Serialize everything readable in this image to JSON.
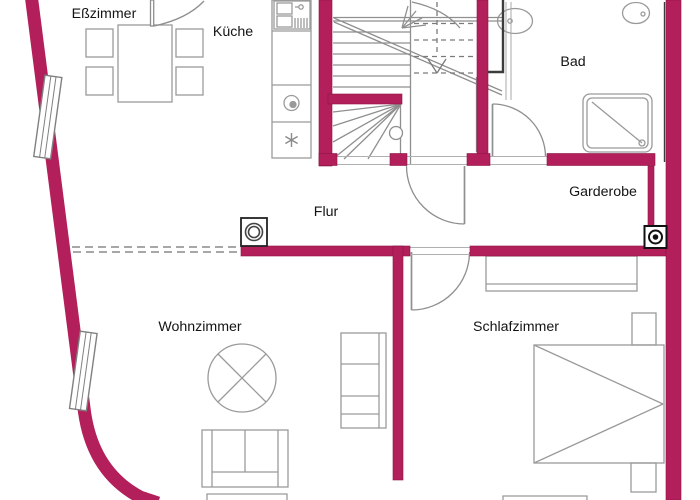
{
  "plan": {
    "kind": "apartment-floor-plan",
    "language": "de",
    "rooms": [
      {
        "id": "esszimmer",
        "label": "Eßzimmer"
      },
      {
        "id": "kueche",
        "label": "Küche"
      },
      {
        "id": "bad",
        "label": "Bad"
      },
      {
        "id": "garderobe",
        "label": "Garderobe"
      },
      {
        "id": "flur",
        "label": "Flur"
      },
      {
        "id": "wohnzimmer",
        "label": "Wohnzimmer"
      },
      {
        "id": "schlafzimmer",
        "label": "Schlafzimmer"
      }
    ],
    "fixtures": [
      "dining-table",
      "dining-chair",
      "kitchen-counter",
      "kitchen-sink",
      "washing-machine",
      "freezer",
      "staircase",
      "upper-flight-dashed-arrow",
      "washbasin",
      "wc",
      "shower",
      "door-swing",
      "window",
      "column-duct",
      "round-table",
      "sofa",
      "sideboard",
      "wardrobe",
      "bed",
      "nightstand"
    ],
    "colors": {
      "wall": "#b31f5b",
      "wall_edge": "#8c1446",
      "furniture_line": "#9a9a9a",
      "wall_lining": "#3c3c3c",
      "dashed_line": "#8a8a8a",
      "text": "#141414",
      "background": "#ffffff"
    }
  }
}
